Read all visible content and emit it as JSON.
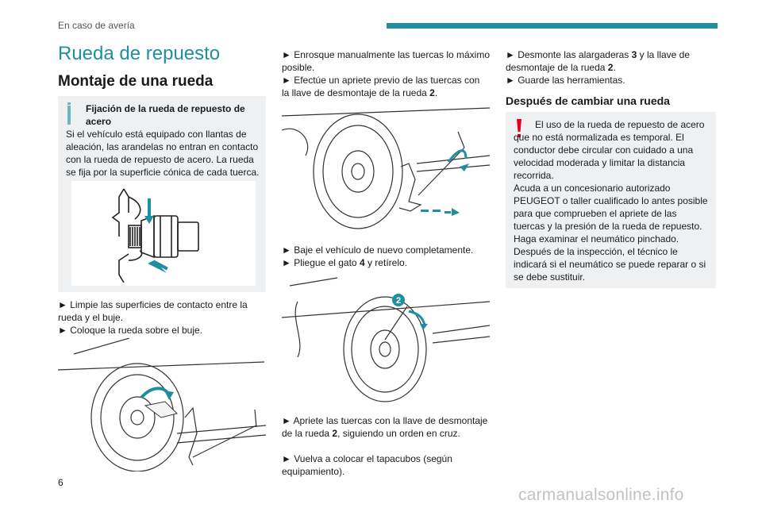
{
  "header": {
    "chapter": "En caso de avería"
  },
  "page": {
    "title": "Rueda de repuesto",
    "number": "6"
  },
  "section": {
    "title": "Montaje de una rueda"
  },
  "info_box": {
    "title": "Fijación de la rueda de repuesto de acero",
    "text": "Si el vehículo está equipado con llantas de aleación, las arandelas no entran en contacto con la rueda de repuesto de acero. La rueda se fija por la superficie cónica de cada tuerca."
  },
  "col1": {
    "step1": "► Limpie las superficies de contacto entre la rueda y el buje.",
    "step2": "► Coloque la rueda sobre el buje."
  },
  "col2": {
    "step1": "► Enrosque manualmente las tuercas lo máximo posible.",
    "step2_a": "► Efectúe un apriete previo de las tuercas con la llave de desmontaje de la rueda ",
    "step2_b": "2",
    "step2_c": ".",
    "step3": "► Baje el vehículo de nuevo completamente.",
    "step4_a": "► Pliegue el gato ",
    "step4_b": "4",
    "step4_c": " y retírelo.",
    "figure2_label": "2",
    "step5_a": "► Apriete las tuercas con la llave de desmontaje de la rueda ",
    "step5_b": "2",
    "step5_c": ", siguiendo un orden en cruz.",
    "step6": "► Vuelva a colocar el tapacubos (según equipamiento)."
  },
  "col3": {
    "step1_a": "► Desmonte las alargaderas ",
    "step1_b": "3",
    "step1_c": " y la llave de desmontaje de la rueda ",
    "step1_d": "2",
    "step1_e": ".",
    "step2": "► Guarde las herramientas.",
    "subtitle": "Después de cambiar una rueda",
    "warning": "El uso de la rueda de repuesto de acero que no está normalizada es temporal. El conductor debe circular con cuidado a una velocidad moderada y limitar la distancia recorrida.",
    "warning2": "Acuda a un concesionario autorizado PEUGEOT o taller cualificado lo antes posible para que comprueben el apriete de las tuercas y la presión de la rueda de repuesto.",
    "warning3": "Haga examinar el neumático pinchado. Después de la inspección, el técnico le indicará si el neumático se puede reparar o si se debe sustituir."
  },
  "footer": {
    "watermark": "carmanualsonline.info"
  },
  "colors": {
    "accent": "#1f8fa0",
    "info_bar": "#6ab7c6",
    "warning": "#e3001b",
    "box_bg": "#eef0f2"
  }
}
